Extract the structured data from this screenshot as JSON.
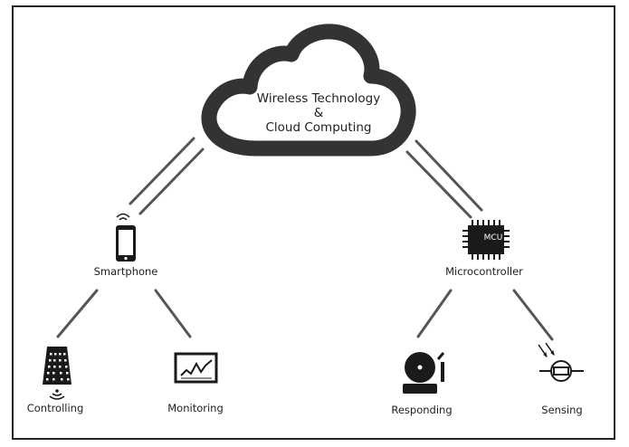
{
  "cloud": {
    "line1": "Wireless Technology",
    "line2": "&",
    "line3": "Cloud Computing"
  },
  "nodes": {
    "smartphone": {
      "label": "Smartphone",
      "icon": "smartphone-icon"
    },
    "microcontroller": {
      "label": "Microcontroller",
      "icon": "microcontroller-chip-icon",
      "chip_text": "MCU"
    },
    "controlling": {
      "label": "Controlling",
      "icon": "remote-control-icon"
    },
    "monitoring": {
      "label": "Monitoring",
      "icon": "monitor-chart-icon"
    },
    "responding": {
      "label": "Responding",
      "icon": "alarm-bell-icon"
    },
    "sensing": {
      "label": "Sensing",
      "icon": "light-sensor-icon"
    }
  },
  "colors": {
    "line": "#555555",
    "icon": "#1a1a1a",
    "cloud": "#333333"
  }
}
